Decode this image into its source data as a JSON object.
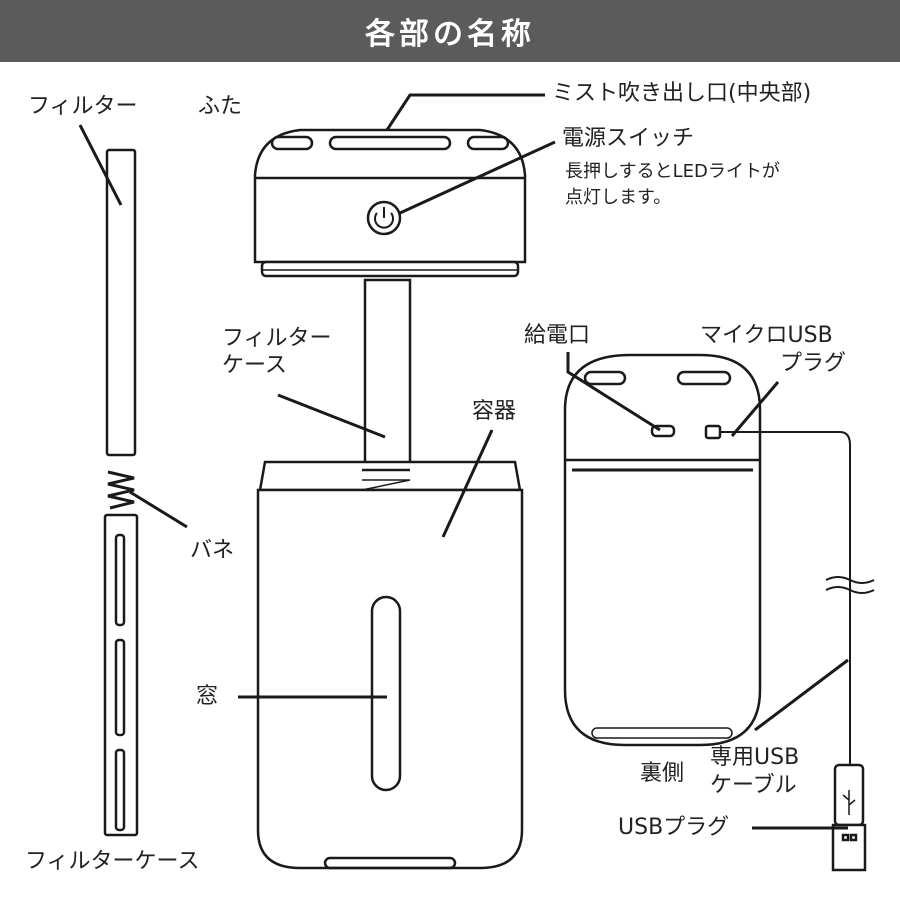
{
  "title": "各部の名称",
  "labels": {
    "filter": "フィルター",
    "lid": "ふた",
    "mist_outlet": "ミスト吹き出し口(中央部)",
    "power_switch": "電源スイッチ",
    "power_note_1": "長押しするとLEDライトが",
    "power_note_2": "点灯します。",
    "filter_case_1": "フィルター",
    "filter_case_2": "ケース",
    "power_port": "給電口",
    "micro_usb_1": "マイクロUSB",
    "micro_usb_2": "プラグ",
    "container": "容器",
    "spring": "バネ",
    "window": "窓",
    "back_side": "裏側",
    "usb_cable_1": "専用USB",
    "usb_cable_2": "ケーブル",
    "usb_plug": "USBプラグ",
    "filter_case_bottom": "フィルターケース"
  }
}
